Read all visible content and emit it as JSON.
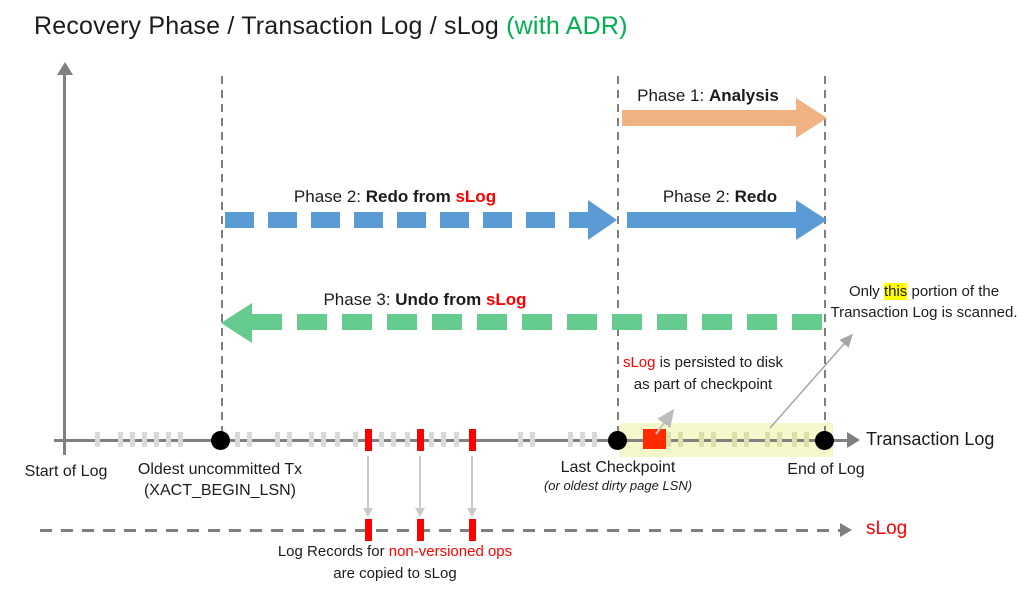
{
  "title": {
    "main": "Recovery Phase / Transaction Log / sLog ",
    "adr": "(with ADR)"
  },
  "phase1_label": {
    "prefix": "Phase 1: ",
    "bold": "Analysis"
  },
  "phase2_slog_label": {
    "prefix": "Phase 2: ",
    "bold": "Redo from ",
    "slog": "sLog"
  },
  "phase2_label": {
    "prefix": "Phase 2: ",
    "bold": "Redo"
  },
  "phase3_label": {
    "prefix": "Phase 3: ",
    "bold": "Undo from ",
    "slog": "sLog"
  },
  "notes": {
    "persist": {
      "slog": "sLog",
      "rest": " is persisted to disk as part of checkpoint"
    },
    "scanned": {
      "pre": "Only ",
      "highlight": "this",
      "post": " portion of the Transaction Log is scanned."
    },
    "copied": {
      "pre": "Log Records for ",
      "red": "non-versioned ops",
      "line2": "are copied to sLog"
    }
  },
  "timeline": {
    "axis_label": "Transaction Log",
    "start_label": "Start of Log",
    "oldest_line1": "Oldest uncommitted Tx",
    "oldest_line2": "(XACT_BEGIN_LSN)",
    "checkpoint_line1": "Last Checkpoint",
    "checkpoint_line2": "(or oldest dirty page LSN)",
    "end_label": "End of Log",
    "gray_ticks": [
      97,
      120,
      132,
      144,
      156,
      168,
      180,
      237,
      249,
      277,
      289,
      311,
      323,
      337,
      355,
      381,
      393,
      407,
      431,
      443,
      456,
      520,
      532,
      570,
      582,
      594
    ],
    "red_ticks": [
      368,
      420,
      472
    ],
    "scanned_ticks": [
      668,
      680,
      701,
      713,
      734,
      746,
      767,
      779,
      794,
      806
    ]
  },
  "slog": {
    "label": "sLog",
    "red_ticks": [
      368,
      420,
      472
    ]
  },
  "colors": {
    "title_green": "#00B050",
    "orange": "#F0B183",
    "blue": "#5B9BD5",
    "green": "#66CB8E",
    "red": "#FF0000",
    "red_square": "#FF2A00",
    "gray": "#808080",
    "dash": "#7F7F7F",
    "tick_gray": "#D9D9D9",
    "yellow_region": "#F7F7CC",
    "yellow_tick": "#DEDEAD",
    "highlight": "#FFFF00",
    "light_gray": "#C9C9C9"
  }
}
